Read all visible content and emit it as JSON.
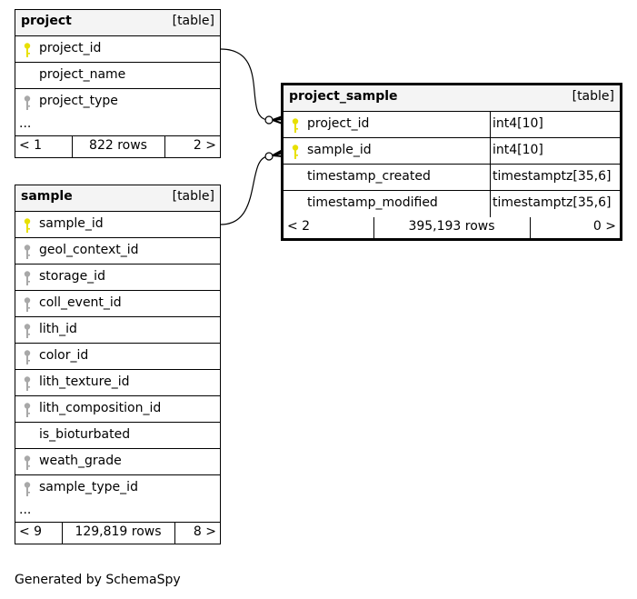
{
  "tables": {
    "project": {
      "name": "project",
      "type_label": "[table]",
      "columns": [
        {
          "name": "project_id",
          "key": "primary"
        },
        {
          "name": "project_name",
          "key": "none"
        },
        {
          "name": "project_type",
          "key": "foreign"
        }
      ],
      "more": "...",
      "footer": {
        "parents": "< 1",
        "rows": "822 rows",
        "children": "2 >"
      }
    },
    "sample": {
      "name": "sample",
      "type_label": "[table]",
      "columns": [
        {
          "name": "sample_id",
          "key": "primary"
        },
        {
          "name": "geol_context_id",
          "key": "foreign"
        },
        {
          "name": "storage_id",
          "key": "foreign"
        },
        {
          "name": "coll_event_id",
          "key": "foreign"
        },
        {
          "name": "lith_id",
          "key": "foreign"
        },
        {
          "name": "color_id",
          "key": "foreign"
        },
        {
          "name": "lith_texture_id",
          "key": "foreign"
        },
        {
          "name": "lith_composition_id",
          "key": "foreign"
        },
        {
          "name": "is_bioturbated",
          "key": "none"
        },
        {
          "name": "weath_grade",
          "key": "foreign"
        },
        {
          "name": "sample_type_id",
          "key": "foreign"
        }
      ],
      "more": "...",
      "footer": {
        "parents": "< 9",
        "rows": "129,819 rows",
        "children": "8 >"
      }
    },
    "project_sample": {
      "name": "project_sample",
      "type_label": "[table]",
      "columns": [
        {
          "name": "project_id",
          "key": "primary",
          "type": "int4[10]"
        },
        {
          "name": "sample_id",
          "key": "primary",
          "type": "int4[10]"
        },
        {
          "name": "timestamp_created",
          "key": "none",
          "type": "timestamptz[35,6]"
        },
        {
          "name": "timestamp_modified",
          "key": "none",
          "type": "timestamptz[35,6]"
        }
      ],
      "footer": {
        "parents": "< 2",
        "rows": "395,193 rows",
        "children": "0 >"
      }
    }
  },
  "colors": {
    "primary_key": "#e8e000",
    "foreign_key": "#a8a8a8",
    "header_bg": "#f4f4f4",
    "line": "#000000"
  },
  "icons": {
    "primary": "primary-key-icon",
    "foreign": "foreign-key-icon"
  },
  "credit": "Generated by SchemaSpy"
}
